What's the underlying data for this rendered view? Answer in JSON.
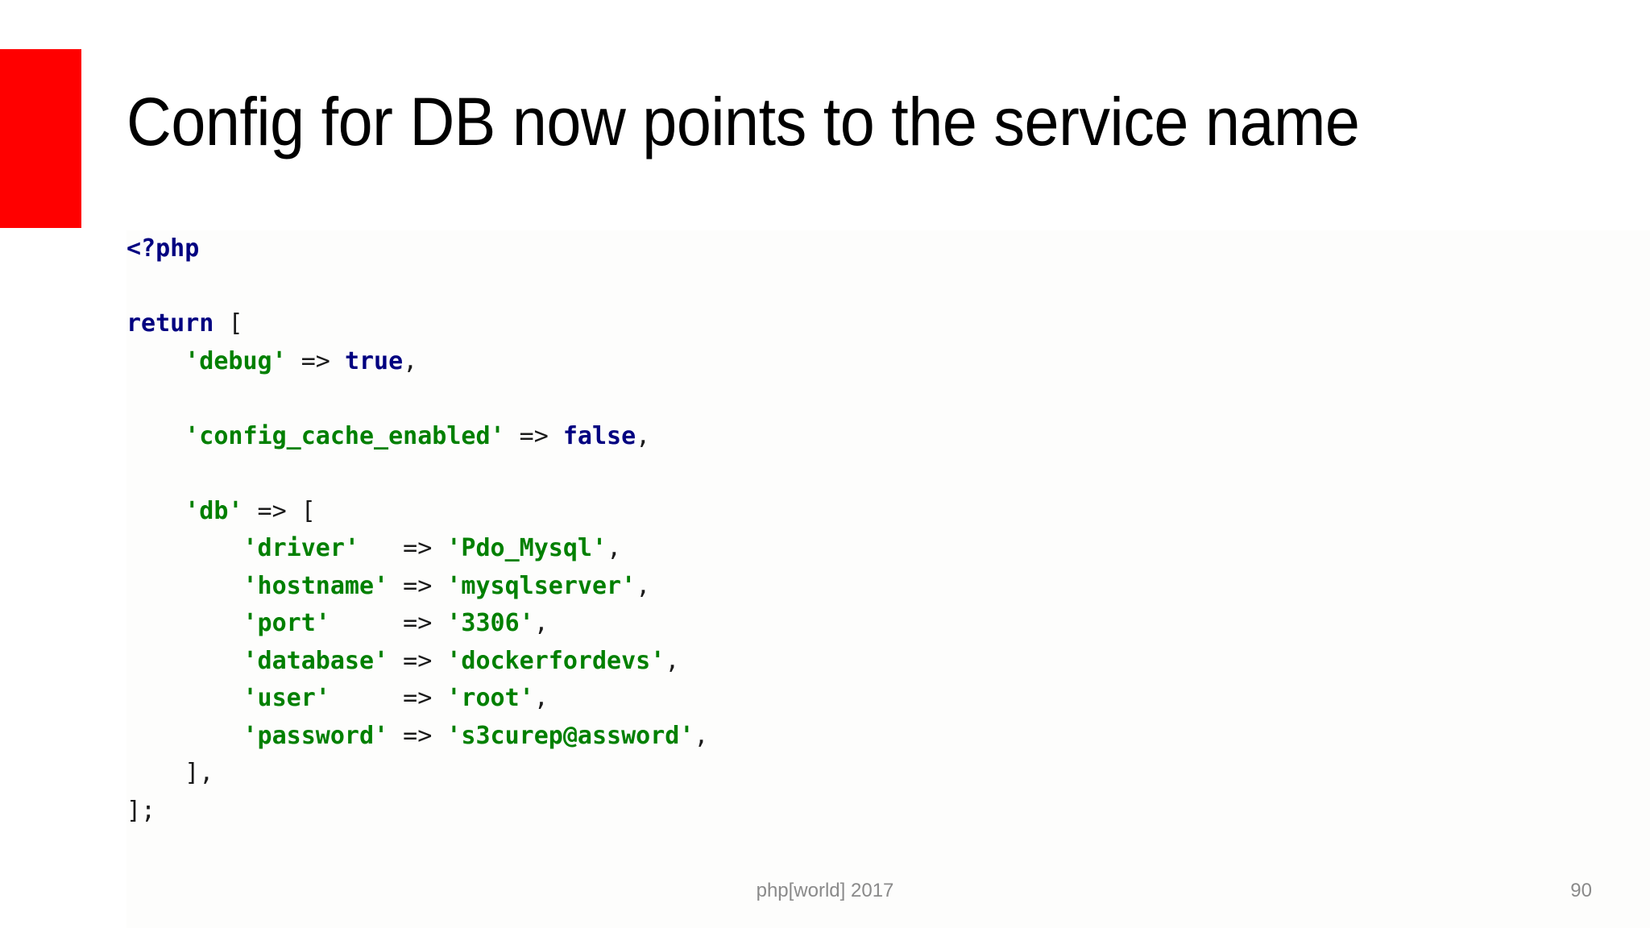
{
  "slide": {
    "title": "Config for DB now points to the service name",
    "accent_color": "#ff0000",
    "background_color": "#ffffff"
  },
  "footer": {
    "center_label": "php[world] 2017",
    "page_number": "90",
    "text_color": "#8a8a8a"
  },
  "code": {
    "language": "php",
    "keyword_color": "#000080",
    "string_color": "#008000",
    "punctuation_color": "#1a1a1a",
    "background_color": "#fdfdfc",
    "lines": [
      [
        {
          "t": "<?php",
          "c": "kw"
        }
      ],
      [],
      [
        {
          "t": "return",
          "c": "kw"
        },
        {
          "t": " ",
          "c": "punct"
        },
        {
          "t": "[",
          "c": "punct"
        }
      ],
      [
        {
          "t": "    ",
          "c": "punct"
        },
        {
          "t": "'debug'",
          "c": "str"
        },
        {
          "t": " => ",
          "c": "op"
        },
        {
          "t": "true",
          "c": "kw"
        },
        {
          "t": ",",
          "c": "punct"
        }
      ],
      [],
      [
        {
          "t": "    ",
          "c": "punct"
        },
        {
          "t": "'config_cache_enabled'",
          "c": "str"
        },
        {
          "t": " => ",
          "c": "op"
        },
        {
          "t": "false",
          "c": "kw"
        },
        {
          "t": ",",
          "c": "punct"
        }
      ],
      [],
      [
        {
          "t": "    ",
          "c": "punct"
        },
        {
          "t": "'db'",
          "c": "str"
        },
        {
          "t": " => ",
          "c": "op"
        },
        {
          "t": "[",
          "c": "punct"
        }
      ],
      [
        {
          "t": "        ",
          "c": "punct"
        },
        {
          "t": "'driver'",
          "c": "str"
        },
        {
          "t": "   => ",
          "c": "op"
        },
        {
          "t": "'Pdo_Mysql'",
          "c": "str"
        },
        {
          "t": ",",
          "c": "punct"
        }
      ],
      [
        {
          "t": "        ",
          "c": "punct"
        },
        {
          "t": "'hostname'",
          "c": "str"
        },
        {
          "t": " => ",
          "c": "op"
        },
        {
          "t": "'mysqlserver'",
          "c": "str"
        },
        {
          "t": ",",
          "c": "punct"
        }
      ],
      [
        {
          "t": "        ",
          "c": "punct"
        },
        {
          "t": "'port'",
          "c": "str"
        },
        {
          "t": "     => ",
          "c": "op"
        },
        {
          "t": "'3306'",
          "c": "str"
        },
        {
          "t": ",",
          "c": "punct"
        }
      ],
      [
        {
          "t": "        ",
          "c": "punct"
        },
        {
          "t": "'database'",
          "c": "str"
        },
        {
          "t": " => ",
          "c": "op"
        },
        {
          "t": "'dockerfordevs'",
          "c": "str"
        },
        {
          "t": ",",
          "c": "punct"
        }
      ],
      [
        {
          "t": "        ",
          "c": "punct"
        },
        {
          "t": "'user'",
          "c": "str"
        },
        {
          "t": "     => ",
          "c": "op"
        },
        {
          "t": "'root'",
          "c": "str"
        },
        {
          "t": ",",
          "c": "punct"
        }
      ],
      [
        {
          "t": "        ",
          "c": "punct"
        },
        {
          "t": "'password'",
          "c": "str"
        },
        {
          "t": " => ",
          "c": "op"
        },
        {
          "t": "'s3curep@assword'",
          "c": "str"
        },
        {
          "t": ",",
          "c": "punct"
        }
      ],
      [
        {
          "t": "    ",
          "c": "punct"
        },
        {
          "t": "],",
          "c": "punct"
        }
      ],
      [
        {
          "t": "];",
          "c": "punct"
        }
      ]
    ],
    "plain_text": "<?php\n\nreturn [\n    'debug' => true,\n\n    'config_cache_enabled' => false,\n\n    'db' => [\n        'driver'   => 'Pdo_Mysql',\n        'hostname' => 'mysqlserver',\n        'port'     => '3306',\n        'database' => 'dockerfordevs',\n        'user'     => 'root',\n        'password' => 's3curep@assword',\n    ],\n];"
  }
}
